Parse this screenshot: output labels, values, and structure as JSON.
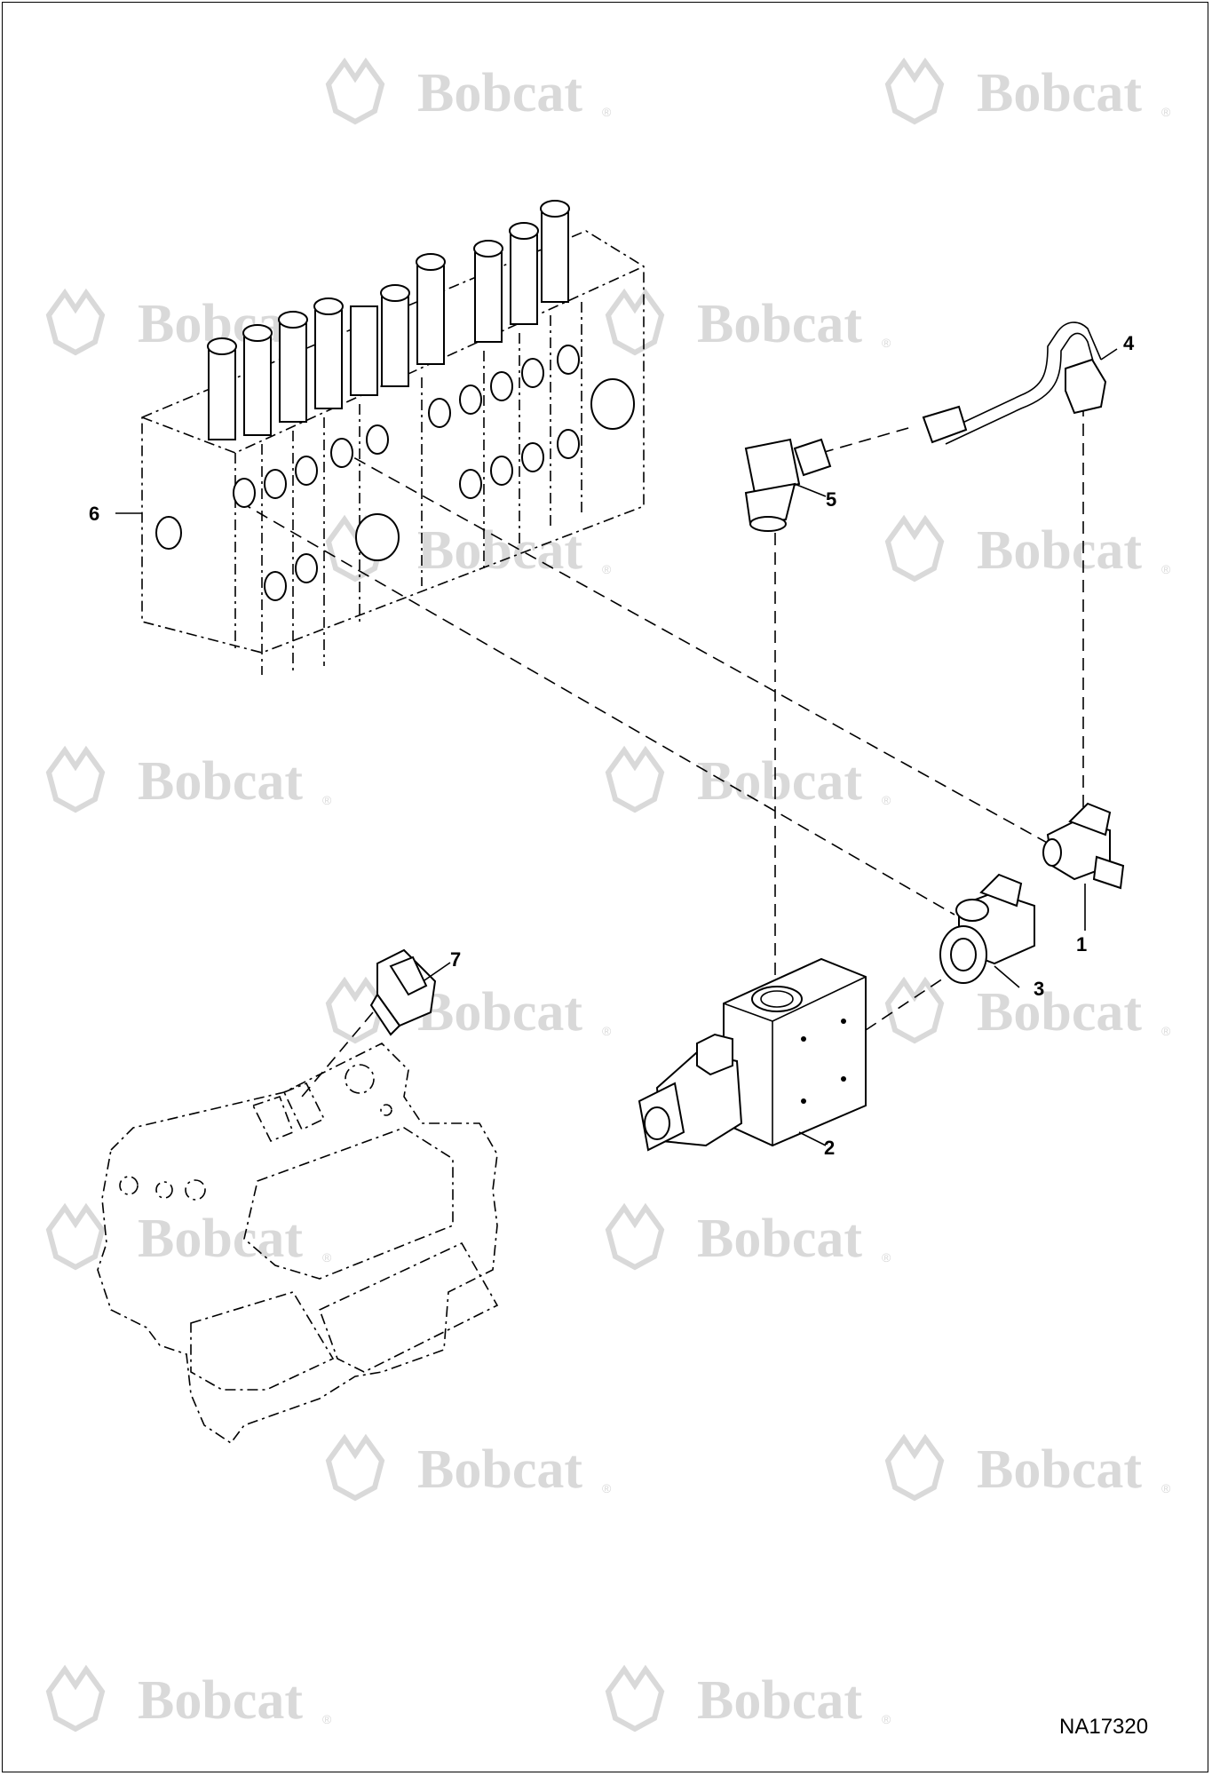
{
  "watermark": {
    "brand": "Bobcat",
    "mark": "®"
  },
  "callouts": [
    "1",
    "2",
    "3",
    "4",
    "5",
    "6",
    "7"
  ],
  "document_id": "NA17320"
}
